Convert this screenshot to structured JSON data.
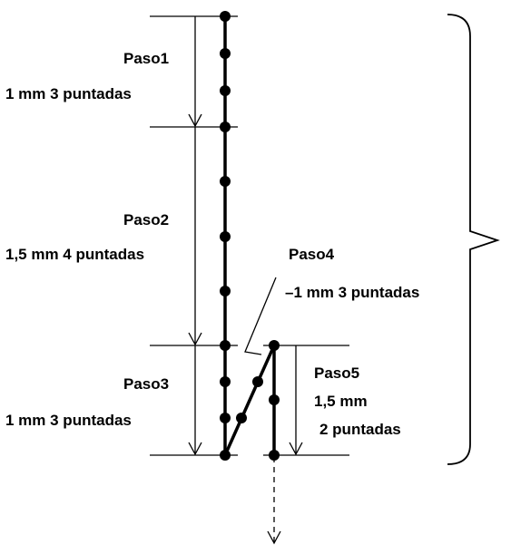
{
  "steps": [
    {
      "name": "Paso1",
      "detail": "1 mm 3 puntadas"
    },
    {
      "name": "Paso2",
      "detail": "1,5 mm 4 puntadas"
    },
    {
      "name": "Paso3",
      "detail": "1 mm 3 puntadas"
    },
    {
      "name": "Paso4",
      "detail": "–1 mm 3 puntadas"
    },
    {
      "name": "Paso5",
      "detail_line1": "1,5 mm",
      "detail_line2": "2 puntadas"
    }
  ],
  "colors": {
    "ink": "#000000",
    "background": "#ffffff"
  }
}
